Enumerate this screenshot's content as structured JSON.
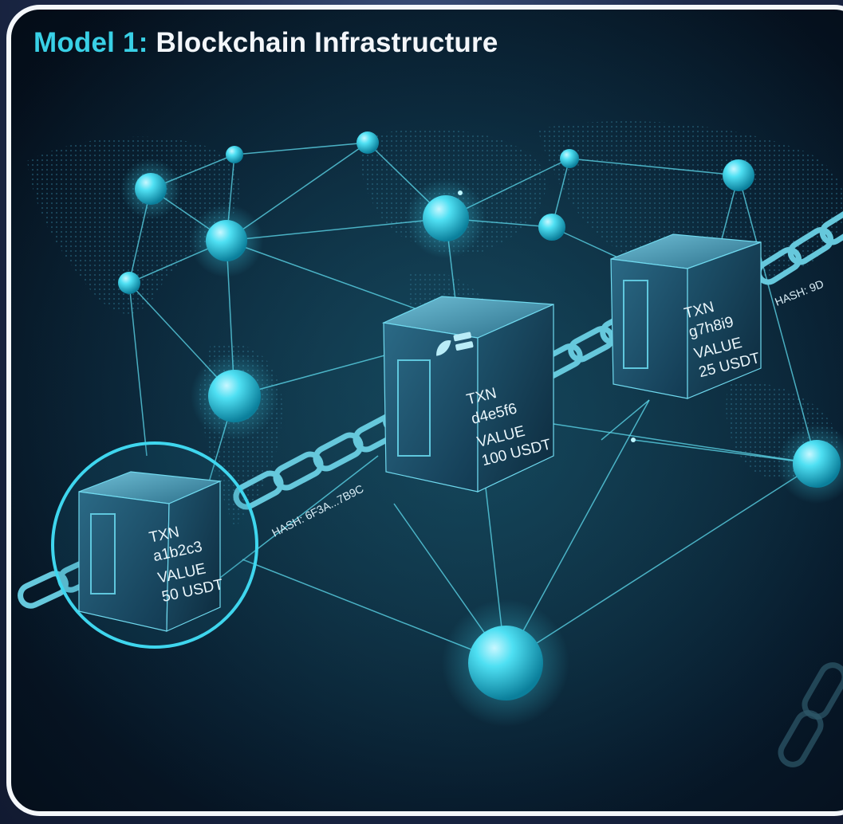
{
  "title": {
    "model": "Model 1:",
    "name": "Blockchain Infrastructure"
  },
  "blocks": [
    {
      "txn_label": "TXN",
      "txn_id": "a1b2c3",
      "value_label": "VALUE",
      "value": "50 USDT"
    },
    {
      "txn_label": "TXN",
      "txn_id": "d4e5f6",
      "value_label": "VALUE",
      "value": "100 USDT"
    },
    {
      "txn_label": "TXN",
      "txn_id": "g7h8i9",
      "value_label": "VALUE",
      "value": "25 USDT"
    }
  ],
  "hashes": [
    {
      "text": "HASH: 6F3A...7B9C"
    },
    {
      "text": "HASH: 9D"
    }
  ],
  "colors": {
    "accent": "#39d0e6",
    "node": "#3fd6ee",
    "background": "#07192a",
    "frame": "#f4f7fb"
  },
  "icons": [
    "network-node-icon",
    "chain-link-icon",
    "leaf-logo-icon"
  ]
}
